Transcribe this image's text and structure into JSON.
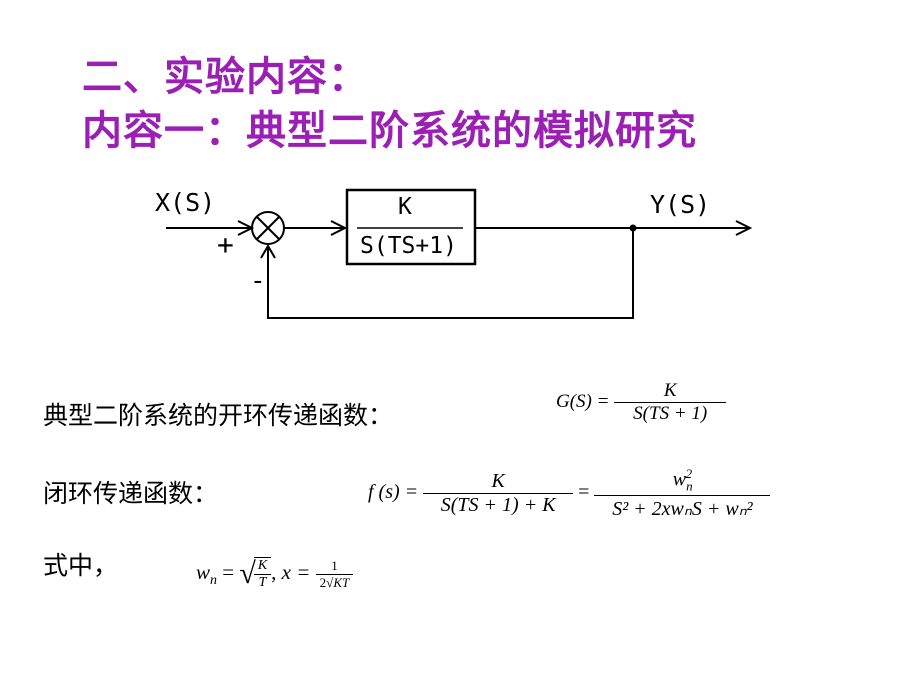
{
  "headings": {
    "line1": "二、实验内容：",
    "line2": "内容一：典型二阶系统的模拟研究"
  },
  "block_diagram": {
    "input_label": "X(S)",
    "output_label": "Y(S)",
    "plus_sign": "+",
    "minus_sign": "-",
    "block_numerator": "K",
    "block_denominator": "S(TS+1)"
  },
  "open_loop": {
    "label": "典型二阶系统的开环传递函数：",
    "lhs": "G(S) =",
    "numerator": "K",
    "denominator": "S(TS + 1)"
  },
  "closed_loop": {
    "label": "闭环传递函数：",
    "lhs": "f (s) =",
    "frac1_numerator": "K",
    "frac1_denominator": "S(TS + 1) + K",
    "equals": "=",
    "frac2_numerator": "w",
    "frac2_numerator_sub": "n",
    "frac2_numerator_sup": "2",
    "frac2_denominator": "S² + 2xwₙS + wₙ²"
  },
  "where": {
    "label": "式中，",
    "wn_symbol": "w",
    "wn_sub": "n",
    "equals": "=",
    "sqrt_numerator": "K",
    "sqrt_denominator": "T",
    "separator": ",",
    "x_lhs": "x =",
    "x_numerator": "1",
    "x_denominator_prefix": "2",
    "x_denominator_radicand": "KT"
  },
  "colors": {
    "heading": "#9b1fb4",
    "text": "#000000",
    "lines": "#000000"
  }
}
